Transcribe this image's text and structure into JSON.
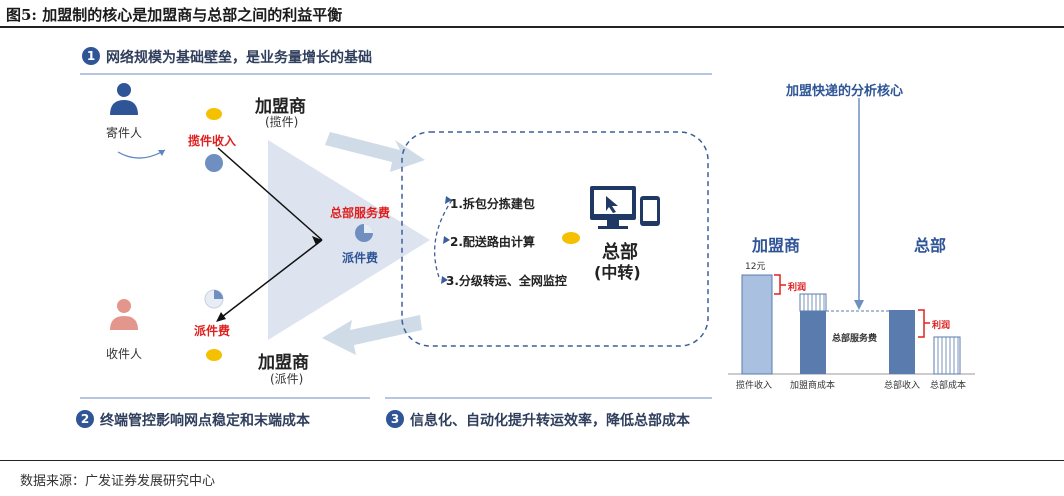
{
  "figure": {
    "title": "图5: 加盟制的核心是加盟商与总部之间的利益平衡",
    "source": "数据来源：广发证券发展研究中心"
  },
  "sections": [
    {
      "num": "1",
      "text": "网络规模为基础壁垒，是业务量增长的基础"
    },
    {
      "num": "2",
      "text": "终端管控影响网点稳定和末端成本"
    },
    {
      "num": "3",
      "text": "信息化、自动化提升转运效率，降低总部成本"
    }
  ],
  "flow": {
    "sender": "寄件人",
    "receiver": "收件人",
    "franchisee_top": "加盟商",
    "franchisee_top_sub": "(揽件)",
    "franchisee_bottom": "加盟商",
    "franchisee_bottom_sub": "(派件)",
    "pickup_income": "揽件收入",
    "delivery_fee_bottom": "派件费",
    "hq_service_fee": "总部服务费",
    "delivery_fee_mid": "派件费",
    "steps": [
      "1.拆包分拣建包",
      "2.配送路由计算",
      "3.分级转运、全网监控"
    ],
    "hq": "总部",
    "hq_sub": "(中转)"
  },
  "analysis": {
    "header": "加盟快递的分析核心",
    "left_title": "加盟商",
    "right_title": "总部",
    "value_label": "12元",
    "profit_left": "利润",
    "profit_right": "利润",
    "service_fee": "总部服务费",
    "x_labels": [
      "揽件收入",
      "加盟商成本",
      "总部收入",
      "总部成本"
    ]
  },
  "colors": {
    "accent": "#2f5597",
    "red": "#e0201f",
    "yellow": "#f5c000",
    "funnel": "#dde4ef",
    "bar_light": "#a9c0e0",
    "bar_dark": "#5a7bad"
  }
}
